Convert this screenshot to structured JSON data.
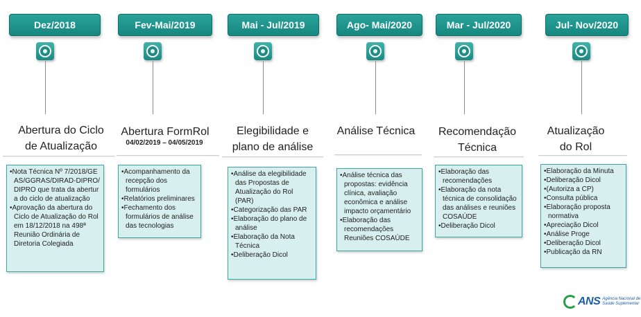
{
  "phases": [
    {
      "date": "Dez/2018",
      "title_lines": [
        "Abertura do Ciclo",
        "de Atualização"
      ],
      "subdate": "",
      "items": [
        "Nota Técnica Nº 7/2018/GEAS/GGRAS/DIRAD-DIPRO/DIPRO que trata da abertura do ciclo de atualização",
        "Aprovação da abertura do Ciclo de Atualização do Rol em 18/12/2018 na 498ª Reunião Ordinária de Diretoria Colegiada"
      ]
    },
    {
      "date": "Fev-Mai/2019",
      "title_lines": [
        "Abertura FormRol"
      ],
      "subdate": "04/02/2019 – 04/05/2019",
      "items": [
        "Acompanhamento da recepção dos formulários",
        "Relatórios preliminares",
        "Fechamento dos formulários de análise das tecnologias"
      ]
    },
    {
      "date": "Mai - Jul/2019",
      "title_lines": [
        "Elegibilidade e",
        "plano de análise"
      ],
      "subdate": "",
      "items": [
        "Análise da elegibilidade das Propostas de Atualização do Rol (PAR)",
        "Categorização das PAR",
        "Elaboração do plano de análise",
        "Elaboração da Nota Técnica",
        "Deliberação Dicol"
      ]
    },
    {
      "date": "Ago- Mai/2020",
      "title_lines": [
        "Análise Técnica"
      ],
      "subdate": "",
      "items": [
        "Análise técnica das propostas: evidência clínica, avaliação econômica e análise impacto orçamentário",
        "Elaboração das recomendações Reuniões COSAÚDE"
      ]
    },
    {
      "date": "Mar - Jul/2020",
      "title_lines": [
        "Recomendação",
        "Técnica"
      ],
      "subdate": "",
      "items": [
        "Elaboração das recomendações",
        "Elaboração da nota técnica de consolidação das análises e reuniões COSAÚDE",
        "Deliberação Dicol"
      ]
    },
    {
      "date": "Jul- Nov/2020",
      "title_lines": [
        "Atualização",
        "do Rol"
      ],
      "subdate": "",
      "items": [
        "Elaboração da Minuta",
        "Deliberação Dicol",
        "(Autoriza a CP)",
        "Consulta pública",
        "Elaboração proposta normativa",
        "Apreciação Dicol",
        "Análise Proge",
        "Deliberação Dicol",
        "Publicação da RN"
      ]
    }
  ],
  "logo": {
    "mark": "ANS",
    "line1": "Agência Nacional de",
    "line2": "Saúde Suplementar"
  }
}
